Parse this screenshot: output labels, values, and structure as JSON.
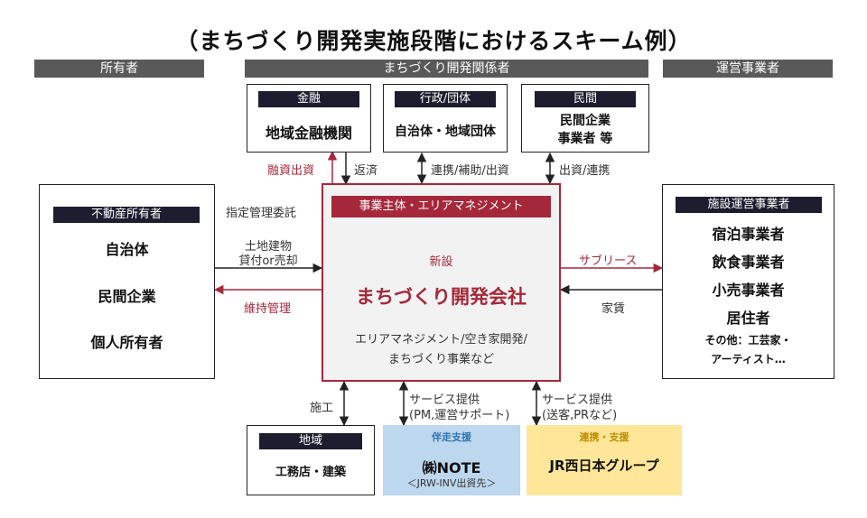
{
  "title": "（まちづくり開発実施段階におけるスキーム例）",
  "headers": {
    "owner": "所有者",
    "stakeholders": "まちづくり開発関係者",
    "operator": "運営事業者"
  },
  "finance": {
    "tag": "金融",
    "body": "地域金融機関"
  },
  "government": {
    "tag": "行政/団体",
    "body": "自治体・地域団体"
  },
  "private": {
    "tag": "民間",
    "line1": "民間企業",
    "line2": "事業者 等"
  },
  "owners": {
    "tag": "不動産所有者",
    "items": [
      "自治体",
      "民間企業",
      "個人所有者"
    ]
  },
  "center": {
    "tag": "事業主体・エリアマネジメント",
    "new_label": "新設",
    "name": "まちづくり開発会社",
    "desc_line1": "エリアマネジメント/空き家開発/",
    "desc_line2": "まちづくり事業など"
  },
  "operators": {
    "tag": "施設運営事業者",
    "items": [
      "宿泊事業者",
      "飲食事業者",
      "小売事業者",
      "居住者"
    ],
    "other_line1": "その他：工芸家・",
    "other_line2": "アーティスト…"
  },
  "local": {
    "tag": "地域",
    "body": "工務店・建築"
  },
  "support": {
    "tag": "伴走支援",
    "company": "㈱NOTE",
    "sub": "＜JRW-INV出資先＞"
  },
  "partner": {
    "tag": "連携・支援",
    "body": "JR西日本グループ"
  },
  "labels": {
    "financing": "融資出資",
    "repayment": "返済",
    "cooperation": "連携/補助/出資",
    "investment": "出資/連携",
    "designated": "指定管理委託",
    "lease_line1": "土地建物",
    "lease_line2": "貸付or売却",
    "maintenance": "維持管理",
    "sublease": "サブリース",
    "rent": "家賃",
    "construction": "施工",
    "service1_line1": "サービス提供",
    "service1_line2": "(PM,運営サポート)",
    "service2_line1": "サービス提供",
    "service2_line2": "(送客,PRなど)"
  },
  "colors": {
    "accent": "#a5283a",
    "tag_bg": "#1d1d2f",
    "header_bg": "#595959",
    "support_bg": "#bdd7ee",
    "support_text": "#2e75b6",
    "partner_bg": "#ffe699",
    "partner_text": "#bf8f00"
  }
}
